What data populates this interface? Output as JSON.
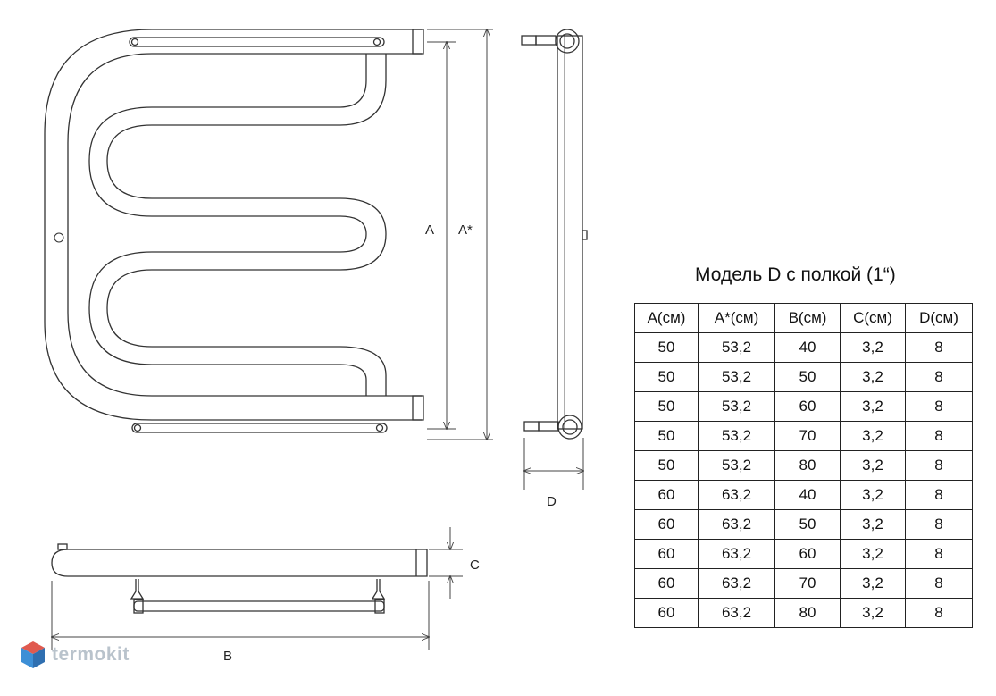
{
  "diagram": {
    "labels": {
      "a": "A",
      "a_star": "A*",
      "b": "B",
      "c": "C",
      "d": "D"
    }
  },
  "table": {
    "title": "Модель D с полкой (1“)",
    "columns": [
      "A(см)",
      "A*(см)",
      "B(см)",
      "C(см)",
      "D(см)"
    ],
    "rows": [
      [
        "50",
        "53,2",
        "40",
        "3,2",
        "8"
      ],
      [
        "50",
        "53,2",
        "50",
        "3,2",
        "8"
      ],
      [
        "50",
        "53,2",
        "60",
        "3,2",
        "8"
      ],
      [
        "50",
        "53,2",
        "70",
        "3,2",
        "8"
      ],
      [
        "50",
        "53,2",
        "80",
        "3,2",
        "8"
      ],
      [
        "60",
        "63,2",
        "40",
        "3,2",
        "8"
      ],
      [
        "60",
        "63,2",
        "50",
        "3,2",
        "8"
      ],
      [
        "60",
        "63,2",
        "60",
        "3,2",
        "8"
      ],
      [
        "60",
        "63,2",
        "70",
        "3,2",
        "8"
      ],
      [
        "60",
        "63,2",
        "80",
        "3,2",
        "8"
      ]
    ]
  },
  "brand": {
    "name": "termokit",
    "colors": {
      "top": "#e05a4f",
      "left": "#3d8fd6",
      "right": "#2f6fb0",
      "text": "#b9c3cc"
    }
  }
}
